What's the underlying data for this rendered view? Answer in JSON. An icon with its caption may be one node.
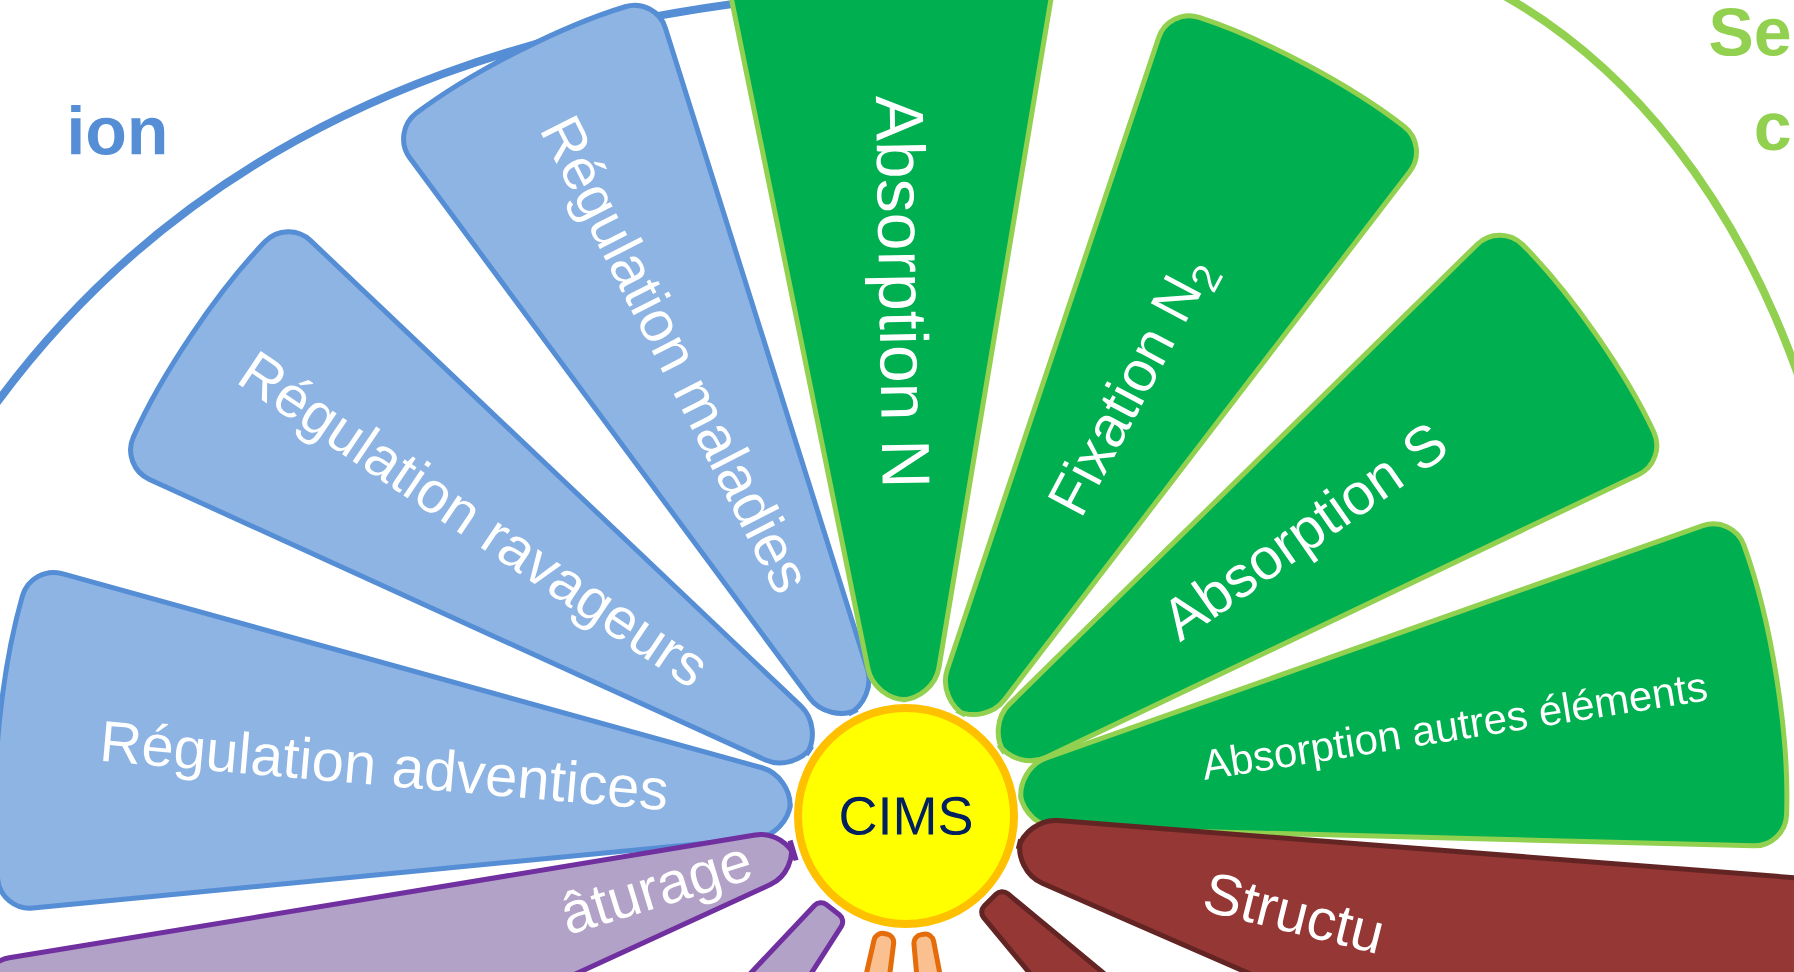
{
  "diagram": {
    "nodes": [
      {
        "text": [
          "CIMS"
        ]
      },
      {
        "text": [
          "Régulation adventices"
        ]
      },
      {
        "text": [
          "Régulation ravageurs"
        ]
      },
      {
        "text": [
          "Régulation maladies"
        ]
      },
      {
        "text": [
          "Absorption N"
        ]
      },
      {
        "text": [
          "Fixation N$_{2}$"
        ]
      },
      {
        "text": [
          "Absorption S"
        ]
      },
      {
        "text": [
          "Absorption autres éléments"
        ]
      },
      {
        "text": [
          "Structu"
        ]
      },
      {
        "text": [
          "âturage"
        ]
      },
      {
        "text": [],
        "shape": "box"
      },
      {
        "text": [],
        "shape": "box"
      },
      {
        "text": [],
        "shape": "box"
      },
      {
        "text": [],
        "shape": "box"
      }
    ],
    "edges": [],
    "labels": [
      "ion",
      "Se",
      "c"
    ]
  }
}
